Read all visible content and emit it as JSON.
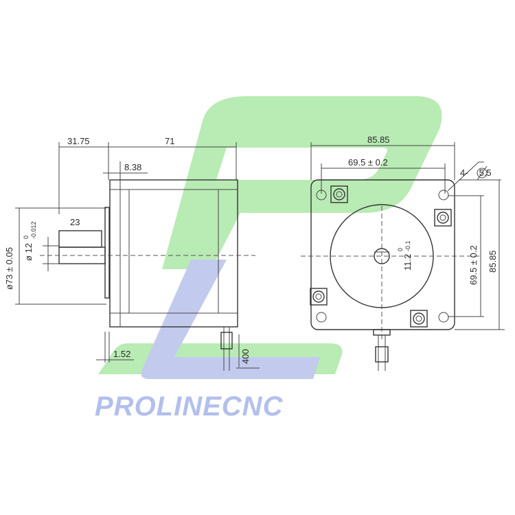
{
  "brand": {
    "name": "PROLINECNC",
    "logo_green": "#b9ebb4",
    "logo_blue": "#c2cbee",
    "text_color": "#b3bfec"
  },
  "side_view": {
    "dims": {
      "shaft_length": "31.75",
      "body_length": "71",
      "boss_length": "8.38",
      "flat_length": "23",
      "boss_diameter_value": "73",
      "boss_diameter_tol": "0.05",
      "shaft_diameter_value": "12",
      "shaft_tol_upper": "0",
      "shaft_tol_lower": "-0.012",
      "flange_thickness": "1.52",
      "lead_length": "400"
    }
  },
  "front_view": {
    "dims": {
      "width_overall": "85.85",
      "hole_spacing_h": "69.5",
      "hole_spacing_h_tol": "0.2",
      "hole_spec": "4-",
      "hole_diameter": "5.5",
      "hole_spacing_v": "69.5",
      "hole_spacing_v_tol": "0.2",
      "height_overall": "85.85",
      "flat_value": "11.2",
      "flat_tol_upper": "0",
      "flat_tol_lower": "-0.1"
    }
  }
}
